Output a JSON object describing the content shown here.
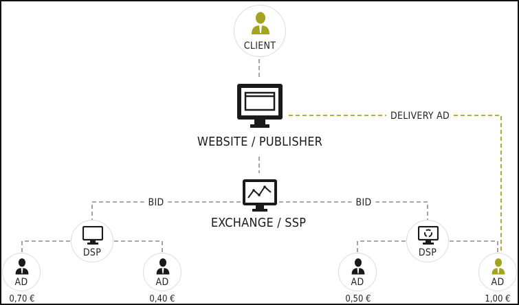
{
  "colors": {
    "accent": "#a3a31f",
    "dark": "#1a1a1a",
    "line": "#8a8a8a"
  },
  "client": {
    "label": "CLIENT",
    "icon": "person-icon"
  },
  "publisher": {
    "label": "WEBSITE / PUBLISHER",
    "icon": "monitor-browser-icon"
  },
  "exchange": {
    "label": "EXCHANGE / SSP",
    "icon": "monitor-chart-icon"
  },
  "delivery_label": "DELIVERY AD",
  "bid_left": "BID",
  "bid_right": "BID",
  "dsp_left": {
    "label": "DSP",
    "icon": "monitor-icon"
  },
  "dsp_right": {
    "label": "DSP",
    "icon": "monitor-cycle-icon"
  },
  "ads": [
    {
      "label": "AD",
      "price": "0,70 €",
      "highlighted": false
    },
    {
      "label": "AD",
      "price": "0,40 €",
      "highlighted": false
    },
    {
      "label": "AD",
      "price": "0,50 €",
      "highlighted": false
    },
    {
      "label": "AD",
      "price": "1,00 €",
      "highlighted": true
    }
  ]
}
